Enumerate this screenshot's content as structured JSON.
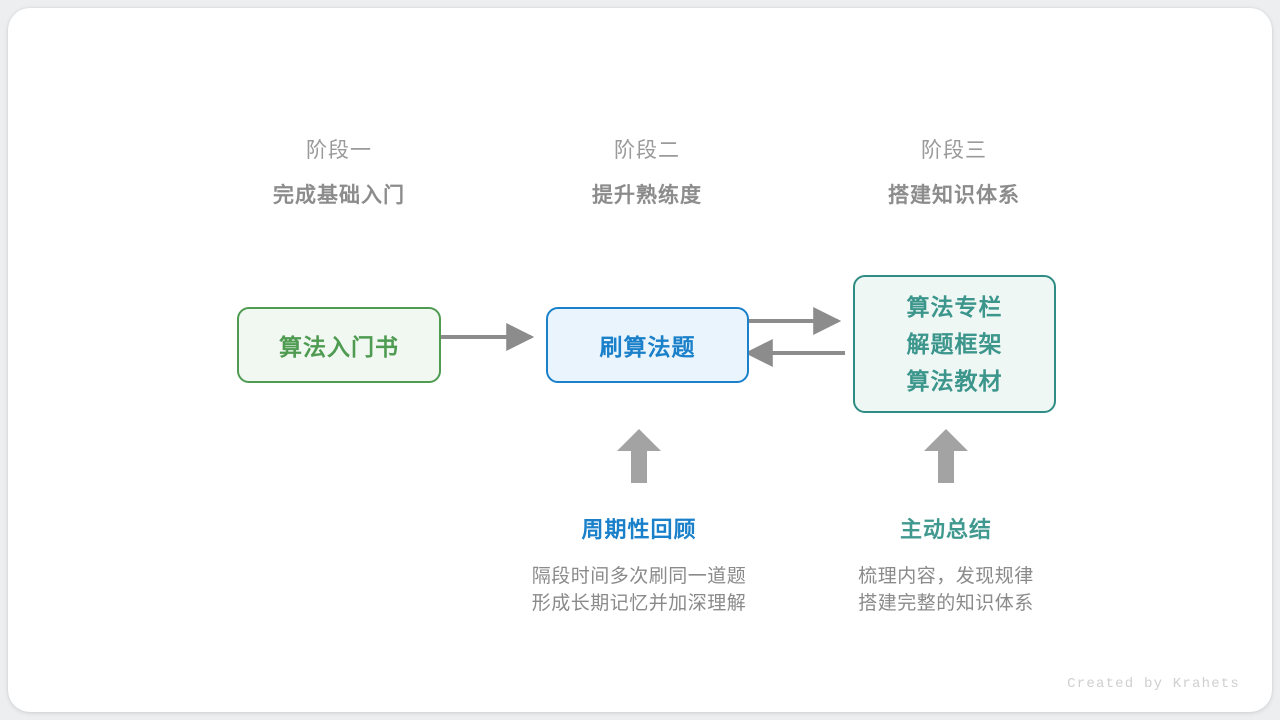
{
  "canvas": {
    "background": "#eceef0",
    "card_background": "#ffffff"
  },
  "colors": {
    "green": "#4f9b52",
    "green_fill": "#f1f8f1",
    "blue": "#1a80ca",
    "blue_fill": "#e9f4fc",
    "teal_border": "#2f8c84",
    "teal_text": "#3c968c",
    "teal_fill": "#eff7f5",
    "arrow_gray": "#8c8c8c",
    "heading_gray": "#9a9a9a",
    "body_gray": "#8a8a8a"
  },
  "stages": [
    {
      "label": "阶段一",
      "title": "完成基础入门"
    },
    {
      "label": "阶段二",
      "title": "提升熟练度"
    },
    {
      "label": "阶段三",
      "title": "搭建知识体系"
    }
  ],
  "nodes": {
    "book": {
      "text": "算法入门书"
    },
    "practice": {
      "text": "刷算法题"
    },
    "knowledge": {
      "lines": [
        "算法专栏",
        "解题框架",
        "算法教材"
      ]
    }
  },
  "notes": [
    {
      "title": "周期性回顾",
      "line1": "隔段时间多次刷同一道题",
      "line2": "形成长期记忆并加深理解"
    },
    {
      "title": "主动总结",
      "line1": "梳理内容，发现规律",
      "line2": "搭建完整的知识体系"
    }
  ],
  "footer": {
    "credit": "Created by Krahets"
  }
}
